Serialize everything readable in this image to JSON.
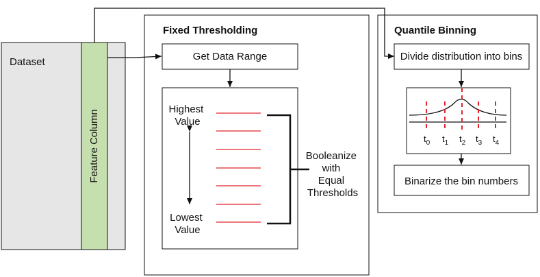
{
  "dataset": {
    "label": "Dataset",
    "feature_column_label": "Feature Column"
  },
  "fixed_thresholding": {
    "title": "Fixed Thresholding",
    "get_data_range": "Get Data Range",
    "highest_value": [
      "Highest",
      "Value"
    ],
    "lowest_value": [
      "Lowest",
      "Value"
    ],
    "booleanize_label": [
      "Booleanize",
      "with",
      "Equal",
      "Thresholds"
    ]
  },
  "quantile_binning": {
    "title": "Quantile Binning",
    "divide_label": "Divide distribution into bins",
    "binarize_label": "Binarize the bin numbers",
    "thresholds": [
      {
        "base": "t",
        "sub": "0"
      },
      {
        "base": "t",
        "sub": "1"
      },
      {
        "base": "t",
        "sub": "2"
      },
      {
        "base": "t",
        "sub": "3"
      },
      {
        "base": "t",
        "sub": "4"
      }
    ]
  },
  "colors": {
    "dataset_fill": "#e6e6e6",
    "feature_column_fill": "#c5dfae",
    "threshold_line": "#e0242b",
    "stroke": "#111111"
  }
}
